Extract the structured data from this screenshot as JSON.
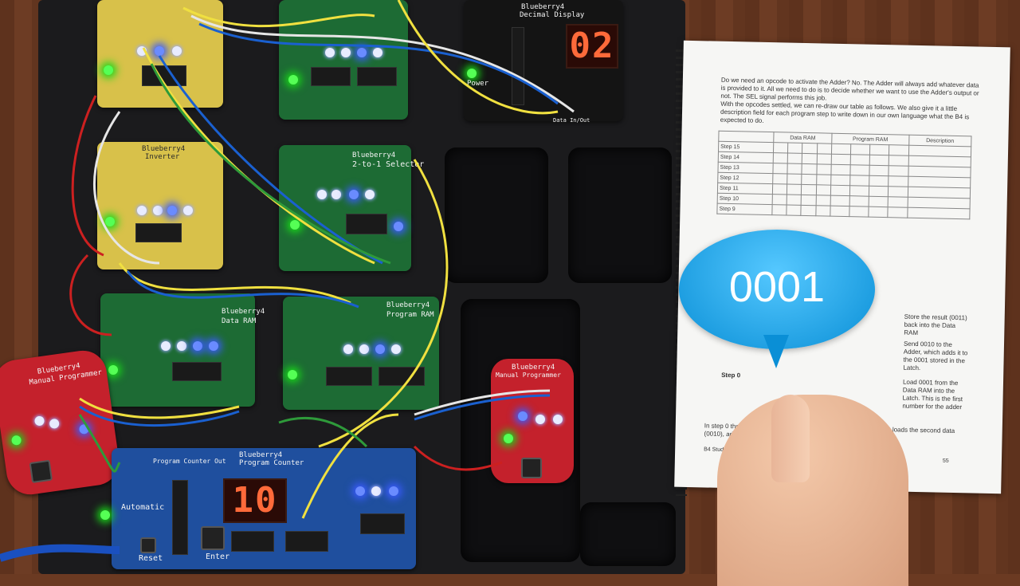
{
  "boards": {
    "inverter": {
      "title": "Blueberry4",
      "subtitle": "Inverter"
    },
    "selector": {
      "title": "Blueberry4",
      "subtitle": "2-to-1 Selector"
    },
    "decimal_display": {
      "title": "Blueberry4",
      "subtitle": "Decimal Display",
      "digits": "02"
    },
    "data_ram": {
      "title": "Blueberry4",
      "subtitle": "Data RAM"
    },
    "program_ram": {
      "title": "Blueberry4",
      "subtitle": "Program RAM"
    },
    "manual_programmer_left": {
      "title": "Blueberry4",
      "subtitle": "Manual Programmer"
    },
    "manual_programmer_right": {
      "title": "Blueberry4",
      "subtitle": "Manual Programmer"
    },
    "program_counter": {
      "title": "Blueberry4",
      "subtitle": "Program Counter",
      "digits": "10",
      "out_label": "Program Counter Out",
      "automatic_label": "Automatic",
      "reset_label": "Reset",
      "enter_label": "Enter"
    },
    "power_label": "Power",
    "data_in_out_label": "Data In/Out"
  },
  "book": {
    "para1": "Do we need an opcode to activate the Adder? No. The Adder will always add whatever data is provided to it. All we need to do is to decide whether we want to use the Adder's output or not. The SEL signal performs this job.",
    "para2": "With the opcodes settled, we can re-draw our table as follows. We also give it a little description field for each program step to write down in our own language what the B4 is expected to do.",
    "table_headers": {
      "data_ram": "Data RAM",
      "program_ram": "Program RAM",
      "description": "Description"
    },
    "steps": [
      "Step 15",
      "Step 14",
      "Step 13",
      "Step 12",
      "Step 11",
      "Step 10",
      "Step 9"
    ],
    "step0": "Step 0",
    "desc_store": "Store the result (0011) back into the Data RAM",
    "desc_send": "Send 0010 to the Adder, which adds it to the 0001 stored in the Latch.",
    "desc_load": "Load 0001 from the Data RAM into the Latch. This is the first number for the adder",
    "footer_text": "In step 0 the B4 loads 000... RAM and latches on to it. In Step 1, it loads the second data (0010), adds ... it on the output of the Adder. In Step 2, the B4",
    "page_footer": "B4 Study Guide, Revision 1.3.9",
    "page_number": "55"
  },
  "callout": {
    "text": "0001"
  }
}
